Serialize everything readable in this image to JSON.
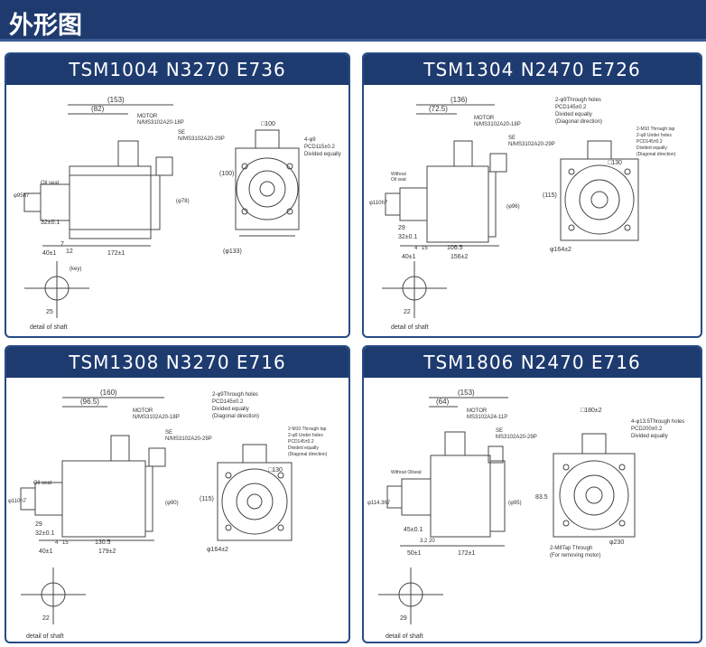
{
  "header": {
    "title": "外形图"
  },
  "panels": [
    {
      "model": "TSM1004 N3270 E736",
      "dims": {
        "overall": "(153)",
        "body": "(82)",
        "motor_label": "MOTOR",
        "motor_conn": "N/MS3102A20-18P",
        "se_label": "SE",
        "se_conn": "N/MS3102A20-29P",
        "square": "□100",
        "holes": "4-φ9",
        "pcd": "PCD115±0.2",
        "divided": "Divided equally",
        "height": "(100)",
        "shaft_dia": "φ95h7",
        "oil_seal": "Oil seal",
        "key_len": "32±0.1",
        "shaft_len": "40±1",
        "flange": "7",
        "flange2": "12",
        "length": "172±1",
        "diag": "(φ133)",
        "right_dim": "(φ78)",
        "shaft_w": "25",
        "shaft_h": "(key)",
        "detail": "detail of shaft"
      }
    },
    {
      "model": "TSM1304 N2470 E726",
      "dims": {
        "overall": "(136)",
        "body": "(72.5)",
        "motor_label": "MOTOR",
        "motor_conn": "N/MS3102A20-18P",
        "se_label": "SE",
        "se_conn": "N/MS3102A20-29P",
        "holes": "2-φ9Through holes",
        "pcd": "PCD145±0.2",
        "divided": "Divided equally",
        "diagonal": "(Diagonal direction)",
        "tap": "2-M10 Through tap",
        "under": "2-φ9 Under holes",
        "pcd2": "PCD145±0.2",
        "divided2": "Divided equally",
        "diagonal2": "(Diagonal direction)",
        "square": "□130",
        "height": "(115)",
        "without": "Without",
        "oil_seal": "Oil seal",
        "shaft_dia": "φ110h7",
        "key": "29",
        "key_len": "32±0.1",
        "f1": "4",
        "f2": "15",
        "body_len": "106.5",
        "shaft_len": "40±1",
        "length": "156±2",
        "diag": "φ164±2",
        "right_dim": "(φ96)",
        "shaft_w": "22",
        "detail": "detail of shaft"
      }
    },
    {
      "model": "TSM1308 N3270 E716",
      "dims": {
        "overall": "(160)",
        "body": "(96.5)",
        "motor_label": "MOTOR",
        "motor_conn": "N/MS3102A20-18P",
        "se_label": "SE",
        "se_conn": "N/MS3102A20-29P",
        "holes": "2-φ9Through holes",
        "pcd": "PCD145±0.2",
        "divided": "Divided equally",
        "diagonal": "(Diagonal direction)",
        "tap": "2-M10 Through tap",
        "under": "2-φ9 Under holes",
        "pcd2": "PCD145±0.2",
        "divided2": "Divided equally",
        "diagonal2": "(Diagonal direction)",
        "square": "□130",
        "height": "(115)",
        "oil_seal": "Oil seal",
        "shaft_dia": "φ110h7",
        "key": "29",
        "key_len": "32±0.1",
        "f1": "4",
        "f2": "15",
        "body_len": "130.5",
        "shaft_len": "40±1",
        "length": "179±2",
        "diag": "φ164±2",
        "right_dim": "(φ90)",
        "shaft_w": "22",
        "detail": "detail of shaft"
      }
    },
    {
      "model": "TSM1806 N2470 E716",
      "dims": {
        "overall": "(153)",
        "body": "(64)",
        "motor_label": "MOTOR",
        "motor_conn": "MS3102A24-11P",
        "se_label": "SE",
        "se_conn": "MS3102A20-29P",
        "square": "□180±2",
        "holes": "4-φ13.5Through holes",
        "pcd": "PCD200±0.2",
        "divided": "Divided equally",
        "without": "Without Oilseal",
        "shaft_dia": "φ114.3h7",
        "key_len": "45±0.1",
        "f1": "3.2",
        "f2": "20",
        "shaft_len": "50±1",
        "length": "172±1",
        "height": "83.5",
        "right_dim": "(φ95)",
        "tap": "2-M8Tap Through",
        "removing": "(For removing motor)",
        "diag": "φ230",
        "shaft_w": "29",
        "detail": "detail of shaft"
      }
    }
  ]
}
